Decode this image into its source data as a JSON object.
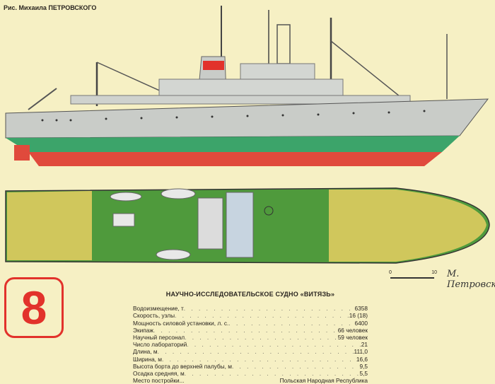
{
  "credit": {
    "prefix": "Рис. Михаила",
    "artist": "ПЕТРОВСКОГО"
  },
  "badge_number": "8",
  "scale": {
    "start": "0",
    "end": "10"
  },
  "signature": "М. Петровский",
  "specs": {
    "title": "НАУЧНО-ИССЛЕДОВАТЕЛЬСКОЕ СУДНО «ВИТЯЗЬ»",
    "rows": [
      {
        "label": "Водоизмещение, т",
        "value": "6358"
      },
      {
        "label": "Скорость, узлы",
        "value": "16 (18)"
      },
      {
        "label": "Мощность силовой установки, л. с.",
        "value": "6400"
      },
      {
        "label": "Экипаж",
        "value": "66  человек"
      },
      {
        "label": "Научный персонал",
        "value": "59 человек"
      },
      {
        "label": "Число лабораторий",
        "value": "21"
      },
      {
        "label": "Длина, м",
        "value": "111,0"
      },
      {
        "label": "Ширина, м",
        "value": "16,6"
      },
      {
        "label": "Высота борта до верхней палубы, м",
        "value": "9,5"
      },
      {
        "label": "Осадка средняя, м",
        "value": "5,5"
      },
      {
        "label": "Место постройки...",
        "value": "Польская Народная Республика"
      }
    ]
  },
  "colors": {
    "paper": "#f6f0c4",
    "hull_grey": "#c9ccc8",
    "hull_green": "#3ca46a",
    "hull_red": "#e04a3c",
    "deck_green": "#4f9a3c",
    "deck_yellow": "#e6cf62",
    "accent_red": "#e2322b"
  }
}
